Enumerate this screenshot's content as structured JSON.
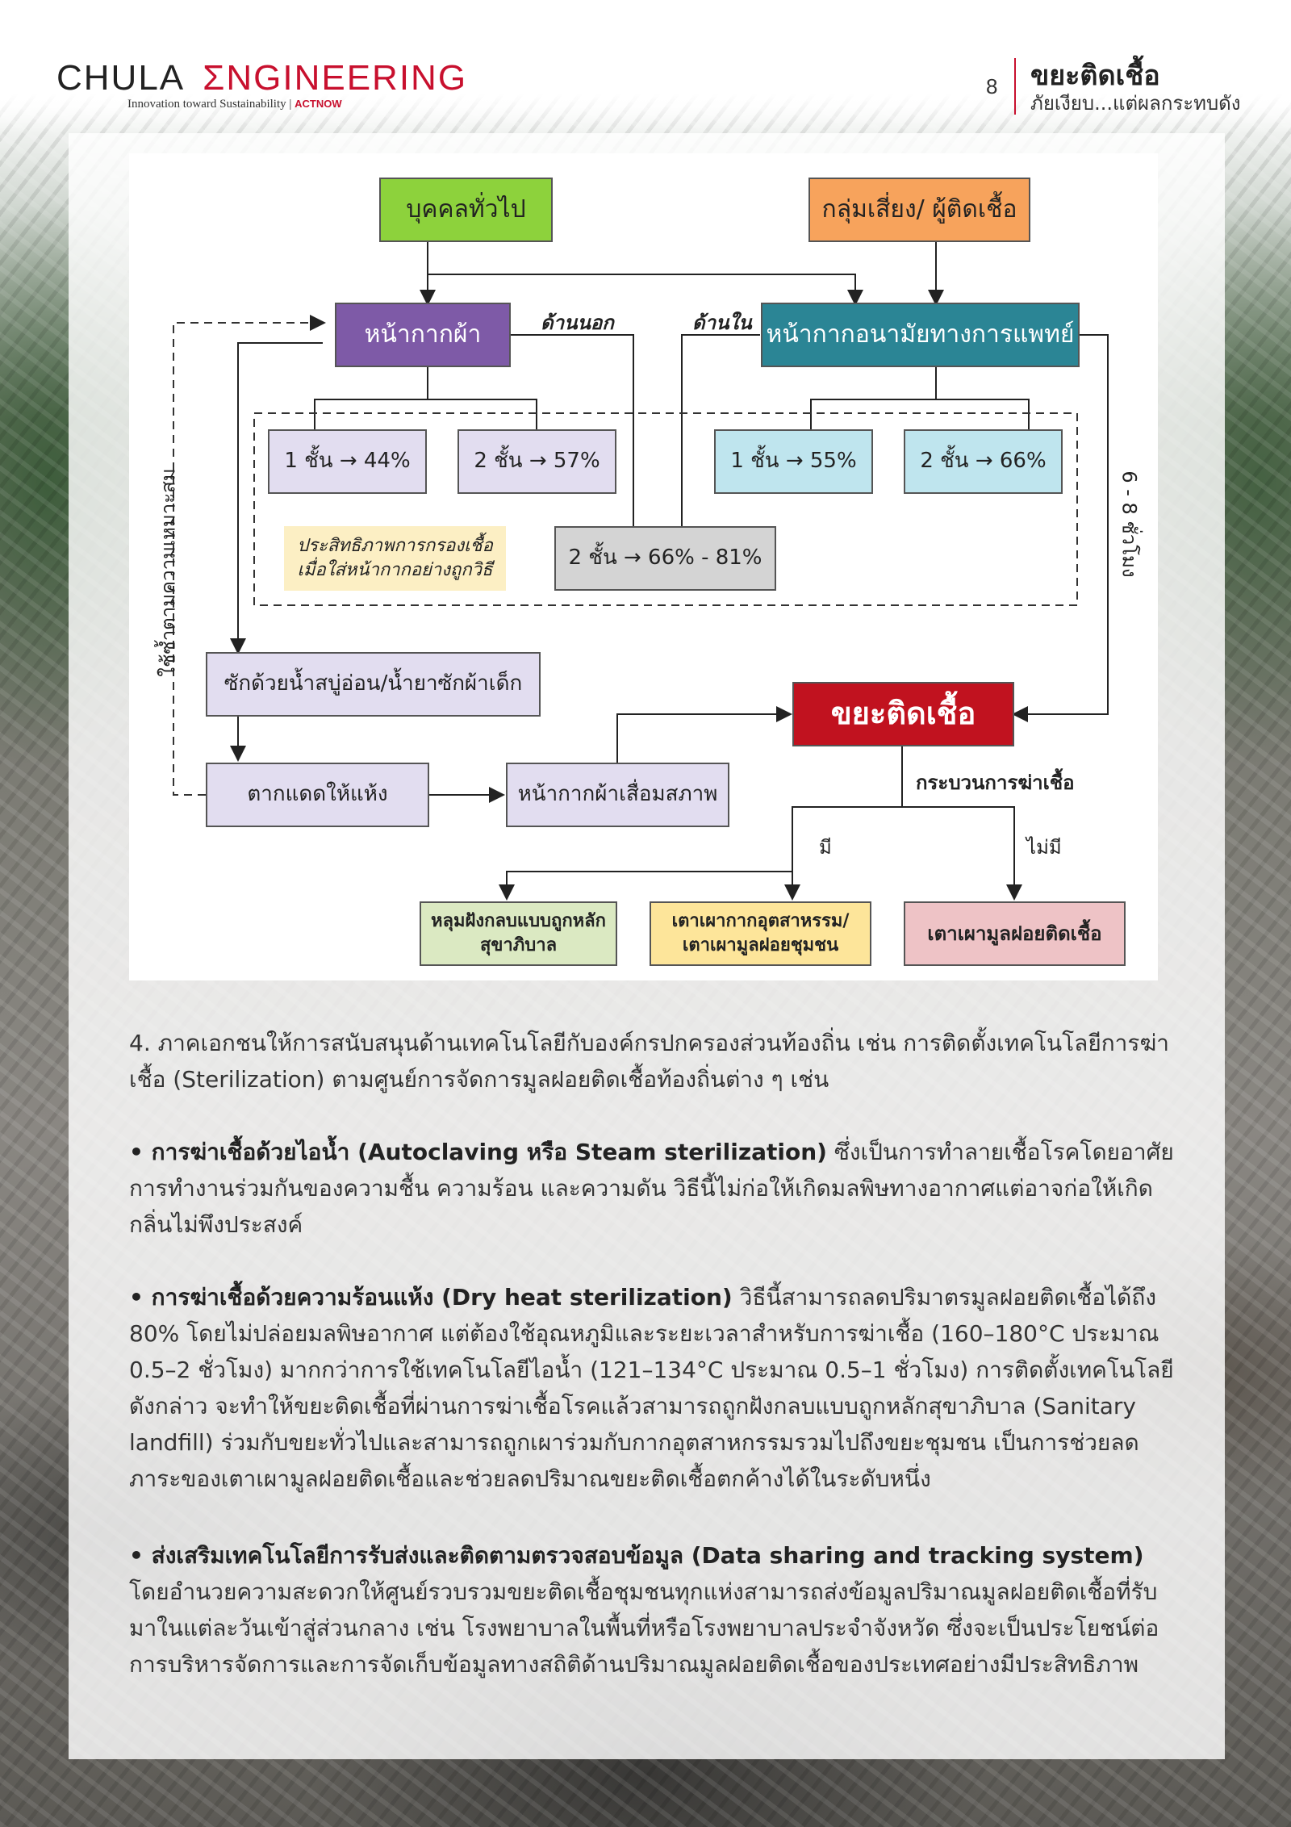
{
  "header": {
    "logo_chula": "CHULA",
    "logo_engineering": "ΣNGINEERING",
    "tagline": "Innovation toward Sustainability",
    "tagline_sep": "|",
    "tagline_act": "ACTNOW",
    "page_number": "8",
    "title": "ขยะติดเชื้อ",
    "subtitle": "ภัยเงียบ...แต่ผลกระทบดัง"
  },
  "diagram": {
    "general_public": "บุคคลทั่วไป",
    "risk_group": "กลุ่มเสี่ยง/ ผู้ติดเชื้อ",
    "cloth_mask": "หน้ากากผ้า",
    "medical_mask": "หน้ากากอนามัยทางการแพทย์",
    "outside_label": "ด้านนอก",
    "inside_label": "ด้านใน",
    "cloth_1layer": "1 ชั้น → 44%",
    "cloth_2layer": "2 ชั้น → 57%",
    "med_1layer": "1 ชั้น → 55%",
    "med_2layer": "2 ชั้น → 66%",
    "combined": "2 ชั้น → 66% - 81%",
    "efficiency_note_line1": "ประสิทธิภาพการกรองเชื้อ",
    "efficiency_note_line2": "เมื่อใส่หน้ากากอย่างถูกวิธี",
    "reuse_label": "ใช้ซ้ำตามความเหมาะสม",
    "hours_label": "6 - 8 ชั่วโมง",
    "wash": "ซักด้วยน้ำสบู่อ่อน/น้ำยาซักผ้าเด็ก",
    "dry": "ตากแดดให้แห้ง",
    "degraded": "หน้ากากผ้าเสื่อมสภาพ",
    "infectious_waste": "ขยะติดเชื้อ",
    "sterilization_process": "กระบวนการฆ่าเชื้อ",
    "yes": "มี",
    "no": "ไม่มี",
    "landfill_line1": "หลุมฝังกลบแบบถูกหลัก",
    "landfill_line2": "สุขาภิบาล",
    "incinerator_line1": "เตาเผากากอุตสาหรรม/",
    "incinerator_line2": "เตาเผามูลฝอยชุมชน",
    "infectious_incinerator": "เตาเผามูลฝอยติดเชื้อ",
    "colors": {
      "green": "#8dd23c",
      "orange": "#f7a35c",
      "purple": "#7e5aa7",
      "teal": "#2b8595",
      "lavender": "#e2ddf0",
      "lightblue": "#bfe5ee",
      "gray": "#d4d4d4",
      "cream": "#fcefc4",
      "red": "#c1121f",
      "lightgreen": "#dbe9c2",
      "yellow": "#fde59a",
      "pink": "#eec3c6"
    }
  },
  "body": {
    "p1": "4. ภาคเอกชนให้การสนับสนุนด้านเทคโนโลยีกับองค์กรปกครองส่วนท้องถิ่น เช่น การติดตั้งเทคโนโลยีการฆ่าเชื้อ (Sterilization) ตามศูนย์การจัดการมูลฝอยติดเชื้อท้องถิ่นต่าง ๆ เช่น",
    "p2_bold": "• การฆ่าเชื้อด้วยไอน้ำ (Autoclaving หรือ Steam sterilization)",
    "p2_rest": " ซึ่งเป็นการทำลายเชื้อโรคโดยอาศัยการทำงานร่วมกันของความชื้น ความร้อน และความดัน วิธีนี้ไม่ก่อให้เกิดมลพิษทางอากาศแต่อาจก่อให้เกิดกลิ่นไม่พึงประสงค์",
    "p3_bold": "• การฆ่าเชื้อด้วยความร้อนแห้ง (Dry heat sterilization)",
    "p3_rest": " วิธีนี้สามารถลดปริมาตรมูลฝอยติดเชื้อได้ถึง 80% โดยไม่ปล่อยมลพิษอากาศ แต่ต้องใช้อุณหภูมิและระยะเวลาสำหรับการฆ่าเชื้อ (160–180°C ประมาณ 0.5–2 ชั่วโมง) มากกว่าการใช้เทคโนโลยีไอน้ำ (121–134°C ประมาณ 0.5–1 ชั่วโมง) การติดตั้งเทคโนโลยีดังกล่าว จะทำให้ขยะติดเชื้อที่ผ่านการฆ่าเชื้อโรคแล้วสามารถถูกฝังกลบแบบถูกหลักสุขาภิบาล (Sanitary landfill) ร่วมกับขยะทั่วไปและสามารถถูกเผาร่วมกับกากอุตสาหกรรมรวมไปถึงขยะชุมชน เป็นการช่วยลดภาระของเตาเผามูลฝอยติดเชื้อและช่วยลดปริมาณขยะติดเชื้อตกค้างได้ในระดับหนึ่ง",
    "p4_bold": "• ส่งเสริมเทคโนโลยีการรับส่งและติดตามตรวจสอบข้อมูล (Data sharing and tracking system)",
    "p4_rest": " โดยอำนวยความสะดวกให้ศูนย์รวบรวมขยะติดเชื้อชุมชนทุกแห่งสามารถส่งข้อมูลปริมาณมูลฝอยติดเชื้อที่รับมาในแต่ละวันเข้าสู่ส่วนกลาง เช่น โรงพยาบาลในพื้นที่หรือโรงพยาบาลประจำจังหวัด ซึ่งจะเป็นประโยชน์ต่อการบริหารจัดการและการจัดเก็บข้อมูลทางสถิติด้านปริมาณมูลฝอยติดเชื้อของประเทศอย่างมีประสิทธิภาพ"
  }
}
